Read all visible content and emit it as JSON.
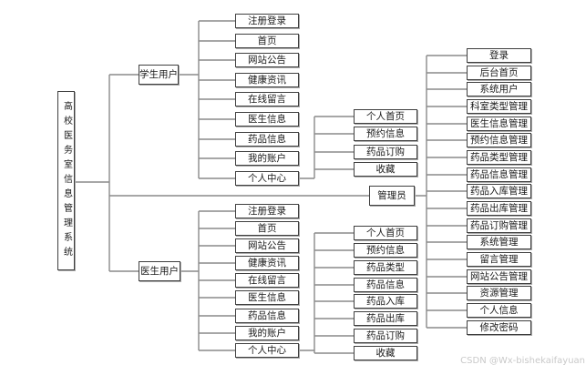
{
  "diagram": {
    "root_label": "高校医务室信息管理系统",
    "student": {
      "label": "学生用户",
      "children": [
        "注册登录",
        "首页",
        "网站公告",
        "健康资讯",
        "在线留言",
        "医生信息",
        "药品信息",
        "我的账户",
        "个人中心"
      ],
      "personal_center_children": [
        "个人首页",
        "预约信息",
        "药品订购",
        "收藏"
      ]
    },
    "admin": {
      "label": "管理员",
      "children": [
        "登录",
        "后台首页",
        "系统用户",
        "科室类型管理",
        "医生信息管理",
        "预约信息管理",
        "药品类型管理",
        "药品信息管理",
        "药品入库管理",
        "药品出库管理",
        "药品订购管理",
        "系统管理",
        "留言管理",
        "网站公告管理",
        "资源管理",
        "个人信息",
        "修改密码"
      ]
    },
    "doctor": {
      "label": "医生用户",
      "children": [
        "注册登录",
        "首页",
        "网站公告",
        "健康资讯",
        "在线留言",
        "医生信息",
        "药品信息",
        "我的账户",
        "个人中心"
      ],
      "personal_center_children": [
        "个人首页",
        "预约信息",
        "药品类型",
        "药品信息",
        "药品入库",
        "药品出库",
        "药品订购",
        "收藏"
      ]
    },
    "watermark": "CSDN @Wx-bishekaifayuan",
    "colors": {
      "line": "#8a8a8a",
      "node_border": "#3f3f3f",
      "node_shadow": "#aaaaaa",
      "watermark_text": "#c9c9c9"
    }
  }
}
